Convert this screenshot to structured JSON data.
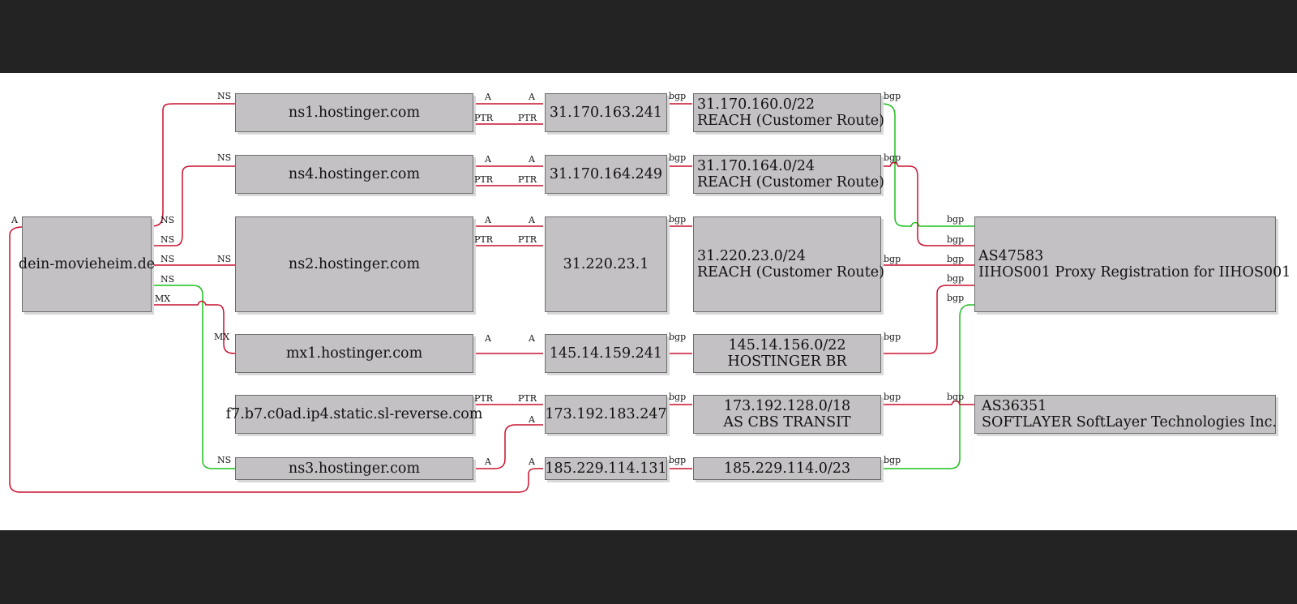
{
  "nodes": {
    "domain": "dein-movieheim.de",
    "ns1": "ns1.hostinger.com",
    "ns4": "ns4.hostinger.com",
    "ns2": "ns2.hostinger.com",
    "mx1": "mx1.hostinger.com",
    "rev": "f7.b7.c0ad.ip4.static.sl-reverse.com",
    "ns3": "ns3.hostinger.com",
    "ip1": "31.170.163.241",
    "ip2": "31.170.164.249",
    "ip3": "31.220.23.1",
    "ip4": "145.14.159.241",
    "ip5": "173.192.183.247",
    "ip6": "185.229.114.131",
    "net1": {
      "l1": "31.170.160.0/22",
      "l2": "REACH (Customer Route)"
    },
    "net2": {
      "l1": "31.170.164.0/24",
      "l2": "REACH (Customer Route)"
    },
    "net3": {
      "l1": "31.220.23.0/24",
      "l2": "REACH (Customer Route)"
    },
    "net4": {
      "l1": "145.14.156.0/22",
      "l2": "HOSTINGER BR"
    },
    "net5": {
      "l1": "173.192.128.0/18",
      "l2": "AS CBS TRANSIT"
    },
    "net6": "185.229.114.0/23",
    "as1": {
      "l1": "AS47583",
      "l2": "IIHOS001 Proxy Registration for IIHOS001"
    },
    "as2": {
      "l1": "AS36351",
      "l2": "SOFTLAYER SoftLayer Technologies Inc."
    }
  },
  "edge_labels": {
    "a": "A",
    "ns": "NS",
    "mx": "MX",
    "ptr": "PTR",
    "bgp": "bgp"
  },
  "colors": {
    "edge_red": "#c8102e",
    "edge_green": "#1fbf1f",
    "node_fill": "#c4c1c4",
    "background": "#ffffff",
    "frame": "#232323"
  }
}
